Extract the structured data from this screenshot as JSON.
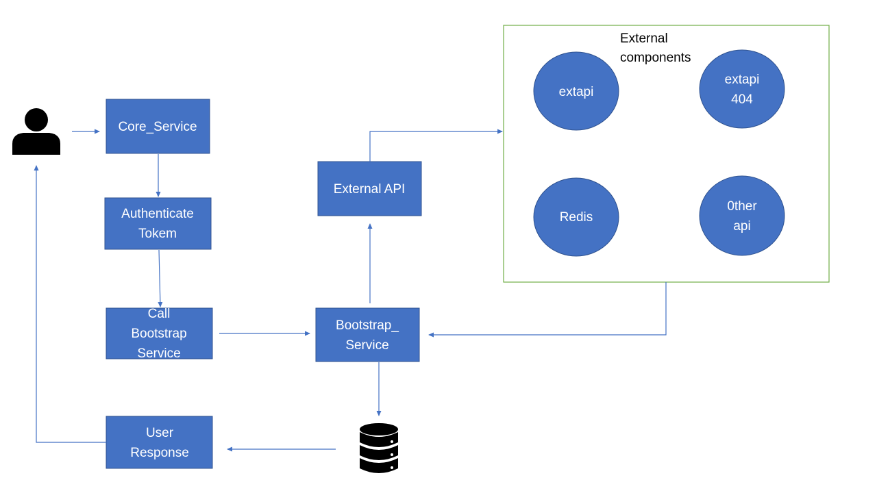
{
  "nodes": {
    "core_service": "Core_Service",
    "authenticate_token": [
      "Authenticate",
      "Tokem"
    ],
    "call_bootstrap": [
      "Call",
      "Bootstrap",
      "Service"
    ],
    "user_response": [
      "User",
      "Response"
    ],
    "bootstrap_service": [
      "Bootstrap_",
      "Service"
    ],
    "external_api": "External API"
  },
  "external_group": {
    "title": [
      "External",
      "components"
    ],
    "items": {
      "extapi": "extapi",
      "extapi_404": [
        "extapi",
        "404"
      ],
      "redis": "Redis",
      "other_api": [
        "0ther",
        "api"
      ]
    }
  },
  "icons": {
    "user": "user-icon",
    "database": "database-icon"
  },
  "colors": {
    "node_fill": "#4472c4",
    "node_text": "#ffffff",
    "group_border": "#70ad47",
    "connector": "#4472c4"
  }
}
